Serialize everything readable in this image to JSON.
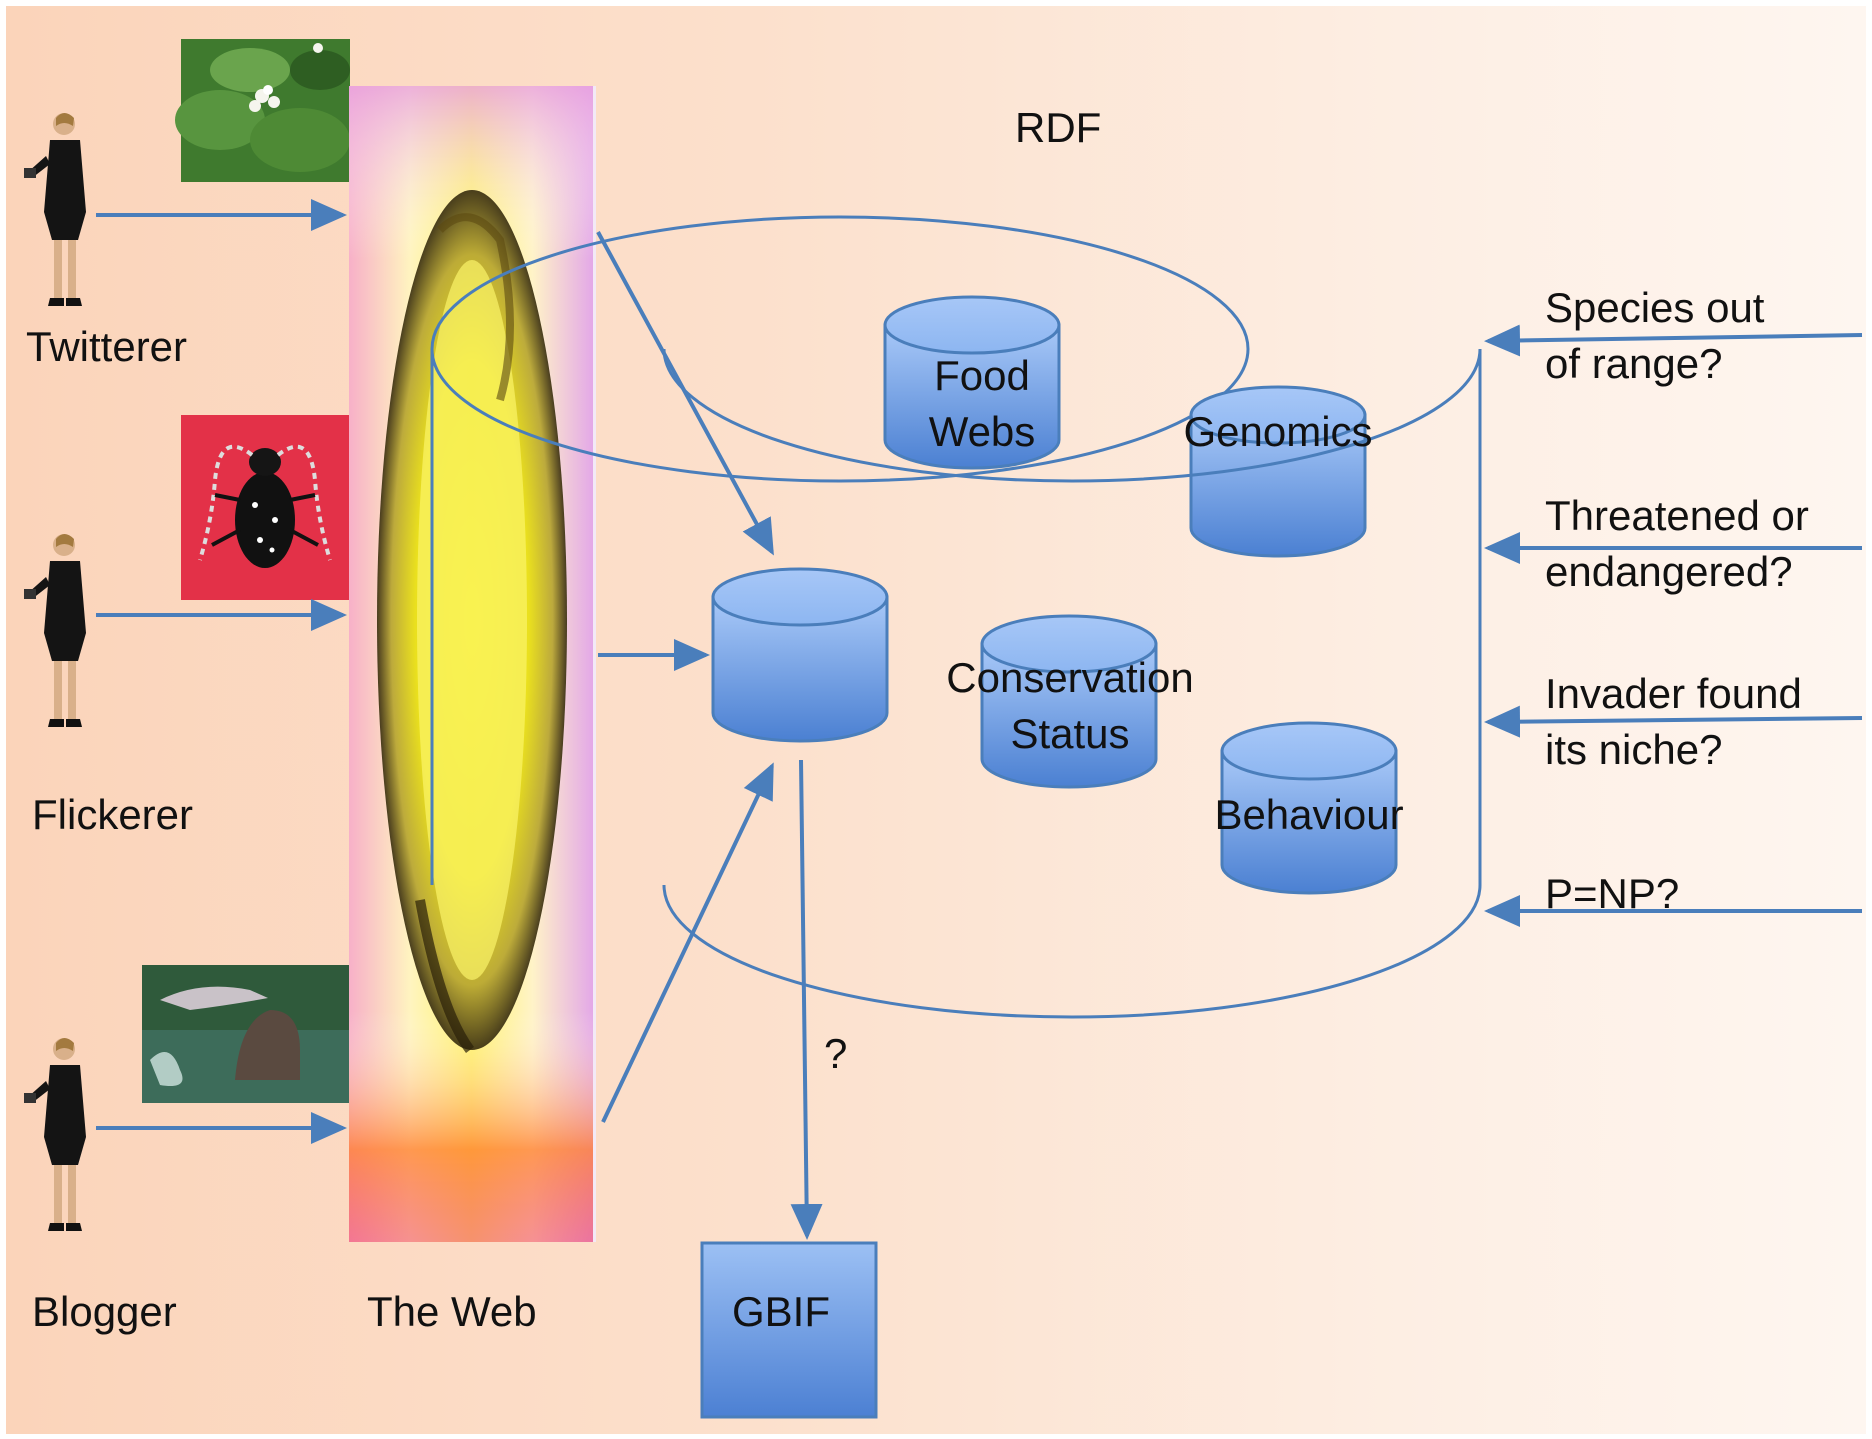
{
  "labels": {
    "rdf": "RDF",
    "web": "The Web",
    "gbif": "GBIF",
    "question": "?"
  },
  "users": [
    {
      "label": "Twitterer",
      "photo": "plant-photo"
    },
    {
      "label": "Flickerer",
      "photo": "beetle-photo"
    },
    {
      "label": "Blogger",
      "photo": "seal-photo"
    }
  ],
  "databases": [
    {
      "id": "food-webs",
      "lines": [
        "Food",
        "Webs"
      ]
    },
    {
      "id": "genomics",
      "lines": [
        "Genomics"
      ]
    },
    {
      "id": "conservation-status",
      "lines": [
        "Conservation",
        "Status"
      ]
    },
    {
      "id": "behaviour",
      "lines": [
        "Behaviour"
      ]
    },
    {
      "id": "central-db",
      "lines": []
    }
  ],
  "queries": [
    {
      "lines": [
        "Species out",
        "of range?"
      ]
    },
    {
      "lines": [
        "Threatened or",
        "endangered?"
      ]
    },
    {
      "lines": [
        "Invader found",
        "its niche?"
      ]
    },
    {
      "lines": [
        "P=NP?"
      ]
    }
  ],
  "colors": {
    "arrow": "#4a7ebb",
    "db_top": "#9cc0f4",
    "db_bottom": "#4e83d4",
    "db_stroke": "#4a7ebb",
    "background": "#fbd4ba"
  }
}
